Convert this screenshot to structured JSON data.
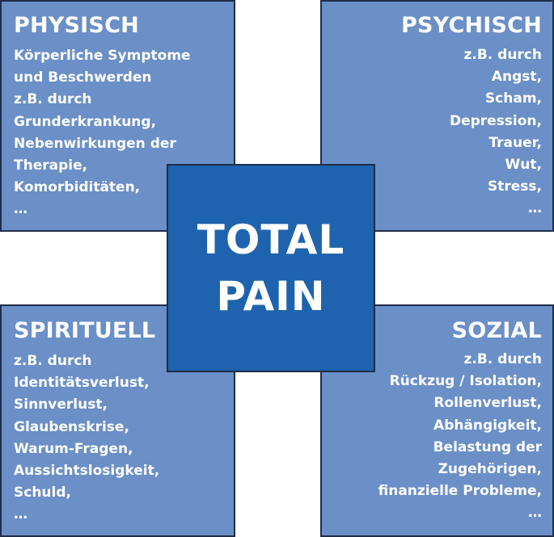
{
  "center": {
    "line1": "TOTAL",
    "line2": "PAIN"
  },
  "physisch": {
    "title": "PHYSISCH",
    "lines": [
      "Körperliche Symptome",
      "und Beschwerden",
      "z.B. durch",
      "Grunderkrankung,",
      "Nebenwirkungen der",
      "Therapie,",
      "Komorbiditäten,",
      "…"
    ]
  },
  "psychisch": {
    "title": "PSYCHISCH",
    "lines": [
      "z.B. durch",
      "Angst,",
      "Scham,",
      "Depression,",
      "Trauer,",
      "Wut,",
      "Stress,",
      "…"
    ]
  },
  "spirituell": {
    "title": "SPIRITUELL",
    "lines": [
      "z.B. durch",
      "Identitätsverlust,",
      "Sinnverlust,",
      "Glaubenskrise,",
      "Warum-Fragen,",
      "Aussichtslosigkeit,",
      "Schuld,",
      "…"
    ]
  },
  "sozial": {
    "title": "SOZIAL",
    "lines": [
      "z.B. durch",
      "Rückzug / Isolation,",
      "Rollenverlust,",
      "Abhängigkeit,",
      "Belastung der",
      "Zugehörigen,",
      "finanzielle Probleme,",
      "…"
    ]
  },
  "colors": {
    "quadrant_fill": "#6b8fc7",
    "center_fill": "#1e63ad",
    "border": "#1f2d4a",
    "text": "#ffffff"
  }
}
